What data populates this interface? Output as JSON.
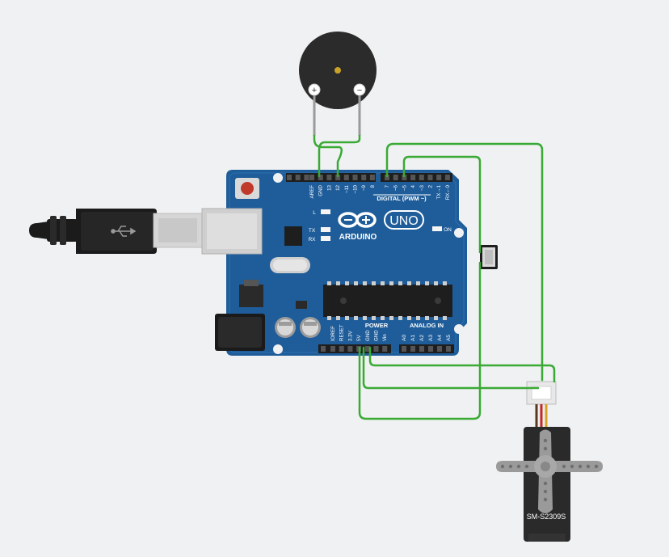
{
  "board": {
    "brand": "ARDUINO",
    "model": "UNO",
    "digital_label": "DIGITAL (PWM ~)",
    "digital_pins": [
      "AREF",
      "GND",
      "13",
      "12",
      "~11",
      "~10",
      "~9",
      "8",
      "7",
      "~6",
      "~5",
      "4",
      "~3",
      "2",
      "TX→1",
      "RX←0"
    ],
    "power_label": "POWER",
    "power_pins": [
      "IOREF",
      "RESET",
      "3.3V",
      "5V",
      "GND",
      "GND",
      "Vin"
    ],
    "analog_label": "ANALOG IN",
    "analog_pins": [
      "A0",
      "A1",
      "A2",
      "A3",
      "A4",
      "A5"
    ],
    "led_l": "L",
    "led_tx": "TX",
    "led_rx": "RX",
    "led_on": "ON",
    "crystal_text": "",
    "usb_symbol": "usb-icon"
  },
  "buzzer": {
    "plus": "+",
    "minus": "−"
  },
  "servo": {
    "model": "SM-S2309S"
  },
  "colors": {
    "background": "#eff1f2",
    "board": "#1f5d9a",
    "board_dark": "#174a7d",
    "wire": "#3aaa35",
    "header": "#222222",
    "chip": "#1e1e1e"
  }
}
